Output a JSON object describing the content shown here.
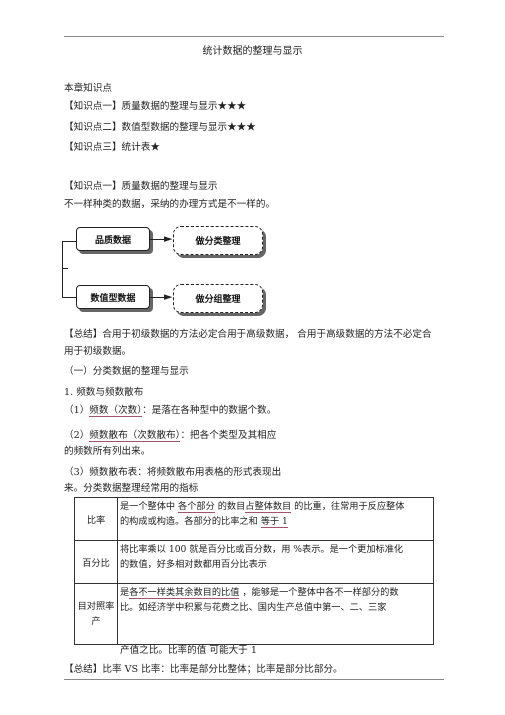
{
  "title": "统计数据的整理与显示",
  "section_heading": "本章知识点",
  "knowledge_points": [
    "【知识点一】质量数据的整理与显示★★★",
    "【知识点二】数值型数据的整理与显示★★★",
    "【知识点三】统计表★"
  ],
  "kp1_heading": "【知识点一】质量数据的整理与显示",
  "kp1_intro": "不一样种类的数据，采纳的办理方式是不一样的。",
  "diagram": {
    "box1": "品质数据",
    "box2": "做分类整理",
    "box3": "数值型数据",
    "box4": "做分组整理"
  },
  "summary1_line1": "【总结】合用于初级数据的方法必定合用于高级数据，  合用于高级数据的方法不必定合",
  "summary1_line2": "用于初级数据。",
  "sub1": "（一）分类数据的整理与显示",
  "item1": "1. 频数与频数散布",
  "freq1_a": "（1）",
  "freq1_b": "频数（次数）",
  "freq1_c": "：是落在各种型中的数据个数。",
  "freq2_a": "（2）",
  "freq2_b": "频数散布（次数散布）",
  "freq2_c": "：把各个类型及其相应",
  "freq2_line2": "的频数所有列出来。",
  "freq3_line1": "（3）频数散布表：将频数散布用表格的形式表现出",
  "freq3_line2": "来。分类数据整理经常用的指标",
  "table": {
    "r1_head": "比率",
    "r1_a": "是一个整体中 ",
    "r1_b": "各个部分",
    "r1_c": " 的数目",
    "r1_d": "占整体数目",
    "r1_e": " 的比重，往常用于反应整体",
    "r1_l2a": "的构成或构造。各部分的比率之和  ",
    "r1_l2b": "等于 1",
    "r2_head": "百分比",
    "r2_l1": "将比率乘以 100 就是百分比或百分数，用   %表示。是一个更加标准化",
    "r2_l2": "的数值，好多相对数都用百分比表示",
    "r3_head": "目对照率",
    "r3_head2": "产",
    "r3_l1a": "是",
    "r3_l1b": "各不一样类其余数目的比值",
    "r3_l1c": " ，能够是一个整体中各不一样部分的数",
    "r3_l2": "比。如经济学中积累与花费之比、国内生产总值中第一、二、三家",
    "r3_l3": "产值之比。比率的值  可能大于 1"
  },
  "summary2": "【总结】比率  VS 比率：比率是部分比整体；比率是部分比部分。"
}
